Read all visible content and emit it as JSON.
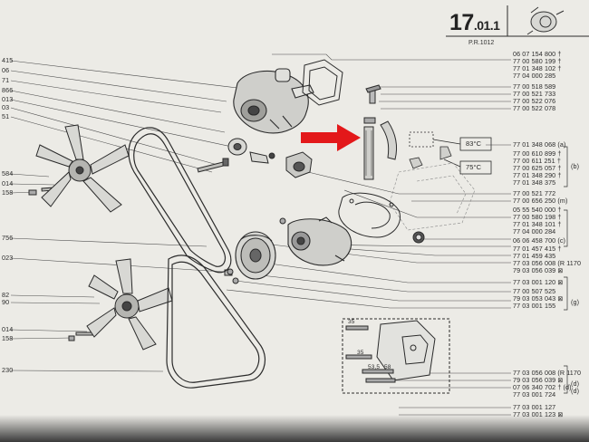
{
  "header": {
    "section": "17.01.1",
    "section_main": "17",
    "section_rest": ".01.1",
    "subref": "P.R.1012"
  },
  "left_refs": [
    "415",
    "06",
    "71",
    "866",
    "013",
    "03",
    "51",
    "584",
    "014",
    "158",
    "756",
    "023",
    "82",
    "90",
    "014",
    "158",
    "230"
  ],
  "right_parts": [
    "06 07 154 800 †",
    "77 00 580 199 †",
    "77 01 348 102 †",
    "77 04 000 285",
    "77 00 518 589",
    "77 00 521 733",
    "77 00 522 076",
    "77 00 522 078",
    "77 01 348 068 (a)",
    "77 00 610 899 †",
    "77 00 611 251 †",
    "77 00 625 057 †",
    "77 01 348 290 †",
    "77 01 348 375",
    "77 00 521 772",
    "77 00 656 250 (m)",
    "05 55 540 000 †",
    "77 00 580 198 †",
    "77 01 348 101 †",
    "77 04 000 284",
    "06 06 458 700 (c)",
    "77 01 457 415 †",
    "77 01 459 435",
    "77 03 056 008 (R 1170",
    "79 03 056 039 ⊠",
    "77 03 001 120 ⊠",
    "77 00 507 525",
    "79 03 053 043 ⊠",
    "77 03 001 155",
    "77 03 056 008 (R 1170",
    "79 03 056 039 ⊠",
    "07 06 340 702 † (d)",
    "77 03 001 724",
    "77 03 001 127",
    "77 03 001 123 ⊠"
  ],
  "side_marks": [
    "(b)",
    "(g)",
    "(d)",
    "(d)"
  ],
  "thermostat": {
    "temp_a": "83°C",
    "temp_b": "75°C"
  },
  "bolt_sizes": [
    "35",
    "35",
    "53,5",
    "58"
  ],
  "colors": {
    "paper": "#ecebe6",
    "ink": "#2b2b2b",
    "arrow": "#e3181a"
  }
}
